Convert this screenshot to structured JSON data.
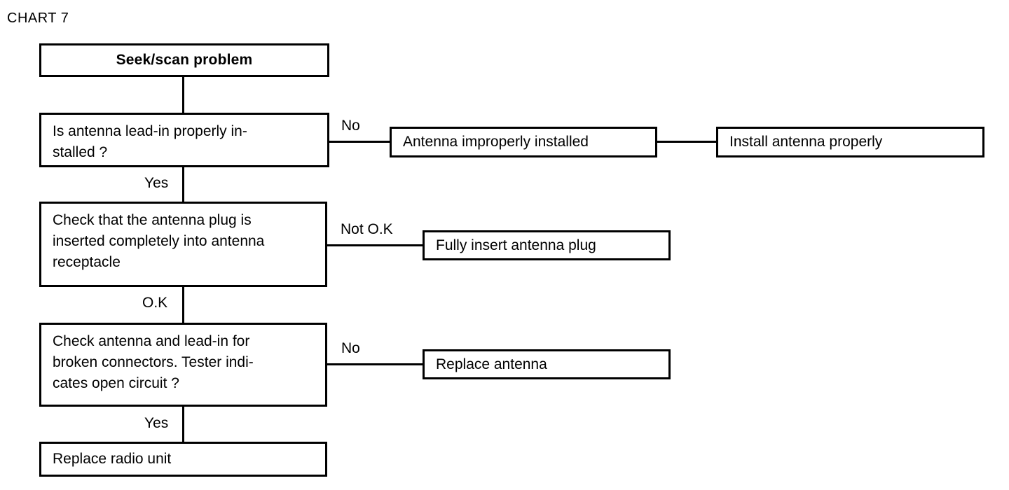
{
  "document": {
    "title": "CHART 7"
  },
  "diagram": {
    "type": "flowchart",
    "orientation": "top-down with right branches",
    "nodes": [
      {
        "id": "start",
        "label": "Seek/scan problem",
        "role": "header",
        "emphasis": "bold",
        "align": "center"
      },
      {
        "id": "q1",
        "label": "Is antenna lead-in properly in-\nstalled ?",
        "role": "decision",
        "align": "left"
      },
      {
        "id": "a1",
        "label": "Antenna improperly installed",
        "role": "result",
        "align": "left"
      },
      {
        "id": "a1b",
        "label": "Install antenna properly",
        "role": "action",
        "align": "left"
      },
      {
        "id": "q2",
        "label": "Check that the antenna plug is\ninserted completely into antenna\nreceptacle",
        "role": "decision",
        "align": "left"
      },
      {
        "id": "a2",
        "label": "Fully insert antenna plug",
        "role": "action",
        "align": "left"
      },
      {
        "id": "q3",
        "label": "Check antenna and lead-in for\nbroken connectors. Tester indi-\ncates open circuit ?",
        "role": "decision",
        "align": "left"
      },
      {
        "id": "a3",
        "label": "Replace antenna",
        "role": "action",
        "align": "left"
      },
      {
        "id": "end",
        "label": "Replace radio unit",
        "role": "action",
        "align": "left"
      }
    ],
    "edge_labels": {
      "q1_no": "No",
      "q1_yes": "Yes",
      "q2_not_ok": "Not O.K",
      "q2_ok": "O.K",
      "q3_no": "No",
      "q3_yes": "Yes"
    },
    "colors": {
      "stroke": "#000000",
      "fill": "#ffffff",
      "text": "#000000"
    }
  }
}
